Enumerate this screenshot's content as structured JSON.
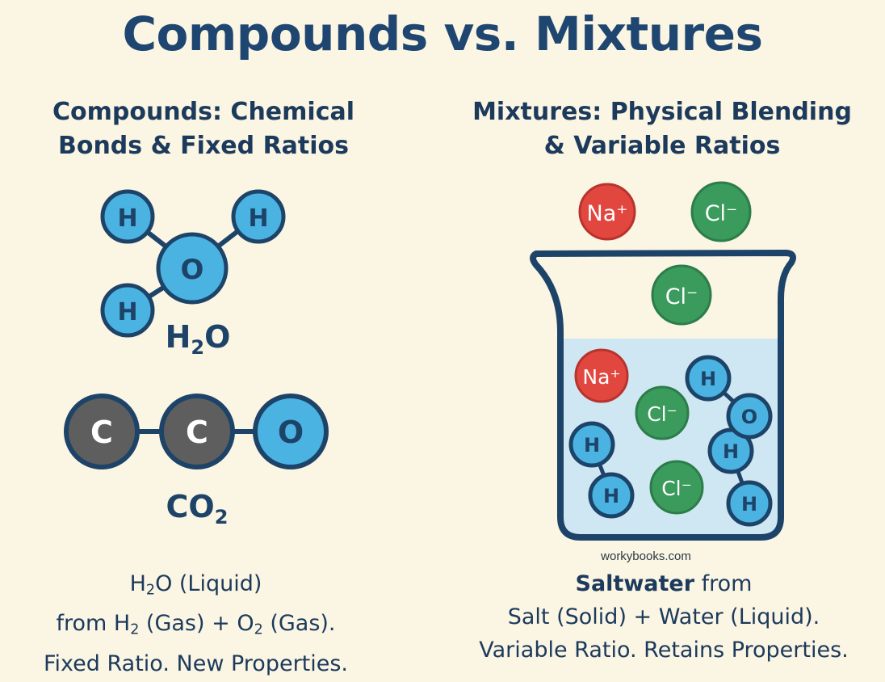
{
  "title": "Compounds vs. Mixtures",
  "compounds": {
    "heading_line1": "Compounds: Chemical",
    "heading_line2": "Bonds & Fixed Ratios",
    "water_molecule": {
      "atoms": [
        "H",
        "H",
        "O",
        "H"
      ],
      "formula_main": "H",
      "formula_sub": "2",
      "formula_tail": "O"
    },
    "co2_molecule": {
      "atoms": [
        "C",
        "C",
        "O"
      ],
      "formula_main": "CO",
      "formula_sub": "2"
    },
    "caption": {
      "line1_a": "H",
      "line1_sub": "2",
      "line1_b": "O (Liquid)",
      "line2_a": "from H",
      "line2_sub1": "2",
      "line2_b": " (Gas) + O",
      "line2_sub2": "2",
      "line2_c": " (Gas).",
      "line3": "Fixed Ratio. New Properties."
    }
  },
  "mixtures": {
    "heading_line1": "Mixtures: Physical Blending",
    "heading_line2": "& Variable Ratios",
    "ions_outside": [
      "Na⁺",
      "Cl⁻"
    ],
    "beaker_contents": {
      "ions": [
        "Cl⁻",
        "Na⁺",
        "Cl⁻",
        "Cl⁻"
      ],
      "h2_atoms": [
        "H",
        "H"
      ],
      "water_atoms": [
        "H",
        "O",
        "H",
        "H"
      ]
    },
    "watermark": "workybooks.com",
    "caption": {
      "line1_bold": "Saltwater",
      "line1_rest": " from",
      "line2": "Salt (Solid) + Water (Liquid).",
      "line3": "Variable Ratio. Retains Properties."
    }
  },
  "colors": {
    "background": "#fbf5e3",
    "title": "#1f4670",
    "text": "#1c3a5c",
    "outline": "#1d4468",
    "hydrogen_oxygen_fill": "#4ab3e2",
    "carbon_fill": "#5e5e5e",
    "sodium_fill": "#e2473f",
    "chloride_fill": "#3a9b5c",
    "water_fill": "#cfe7f3"
  }
}
